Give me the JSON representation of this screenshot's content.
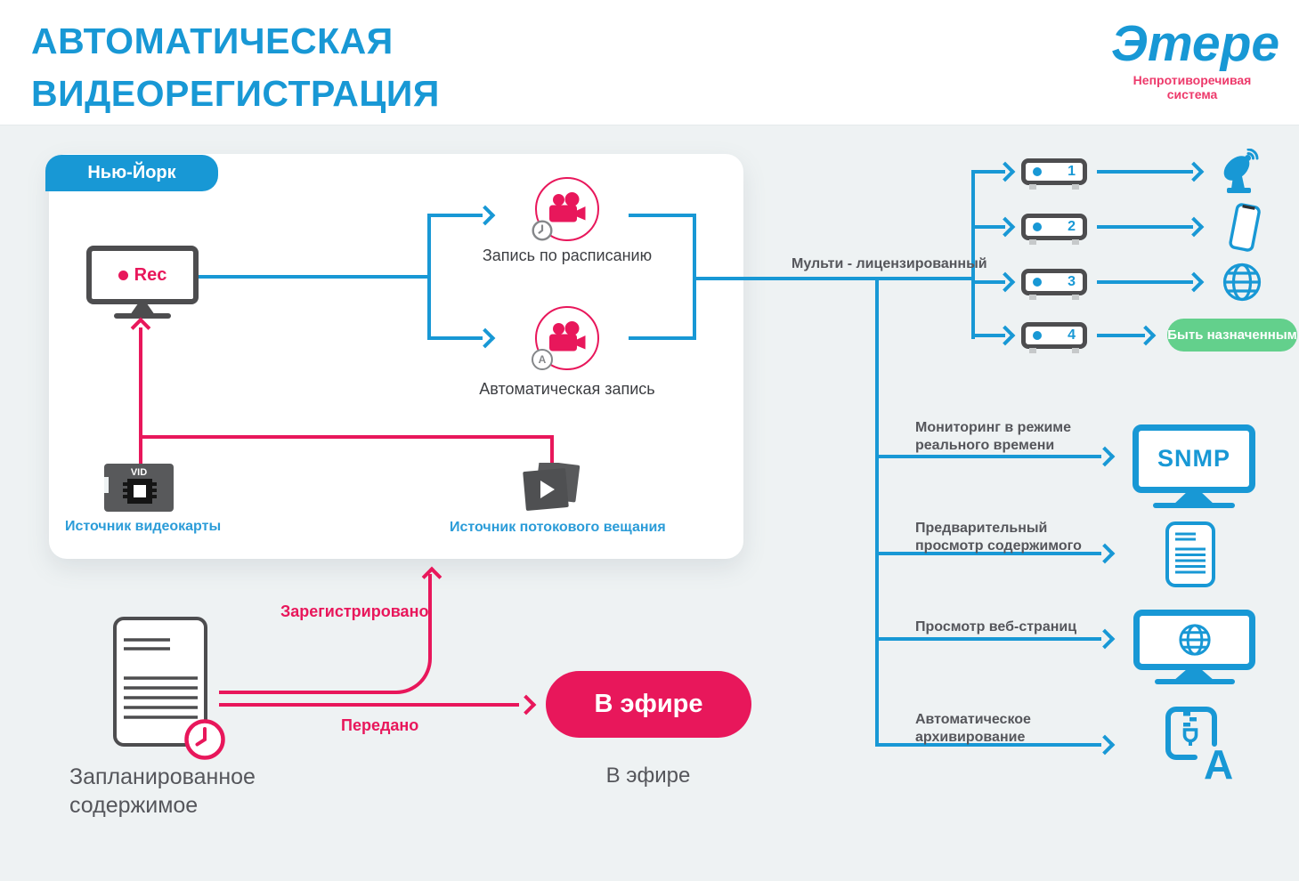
{
  "header": {
    "title_line1": "АВТОМАТИЧЕСКАЯ",
    "title_line2": "ВИДЕОРЕГИСТРАЦИЯ",
    "logo_text": "Этере",
    "logo_tagline": "Непротиворечивая система"
  },
  "card": {
    "location_badge": "Нью-Йорк",
    "monitor_label": "Rec",
    "scheduled_recording_label": "Запись по расписанию",
    "automatic_recording_label": "Автоматическая запись",
    "auto_badge_letter": "A",
    "vid_chip_label": "VID",
    "video_card_source_label": "Источник видеокарты",
    "streaming_source_label": "Источник потокового вещания"
  },
  "distribution": {
    "multi_licensed_label": "Мульти - лицензированный",
    "servers": [
      {
        "number": "1"
      },
      {
        "number": "2"
      },
      {
        "number": "3"
      },
      {
        "number": "4"
      }
    ],
    "assigned_badge": "Быть назначенным"
  },
  "features": [
    {
      "label_line1": "Мониторинг в режиме",
      "label_line2": "реального времени",
      "icon": "snmp-monitor-icon",
      "monitor_text": "SNMP"
    },
    {
      "label_line1": "Предварительный",
      "label_line2": "просмотр содержимого",
      "icon": "document-preview-icon"
    },
    {
      "label_line1": "Просмотр веб-страниц",
      "label_line2": "",
      "icon": "web-monitor-icon"
    },
    {
      "label_line1": "Автоматическое",
      "label_line2": "архивирование",
      "icon": "zip-archive-icon",
      "archive_letter": "A"
    }
  ],
  "bottom": {
    "scheduled_content_line1": "Запланированное",
    "scheduled_content_line2": "содержимое",
    "registered_label": "Зарегистрировано",
    "transmitted_label": "Передано",
    "on_air_button": "В эфире",
    "on_air_caption": "В эфире"
  },
  "colors": {
    "blue": "#1898D5",
    "pink": "#E8175B",
    "green": "#63D08C",
    "dark_gray": "#4D4D4F",
    "text_gray": "#55565B",
    "page_bg": "#EEF2F3"
  }
}
